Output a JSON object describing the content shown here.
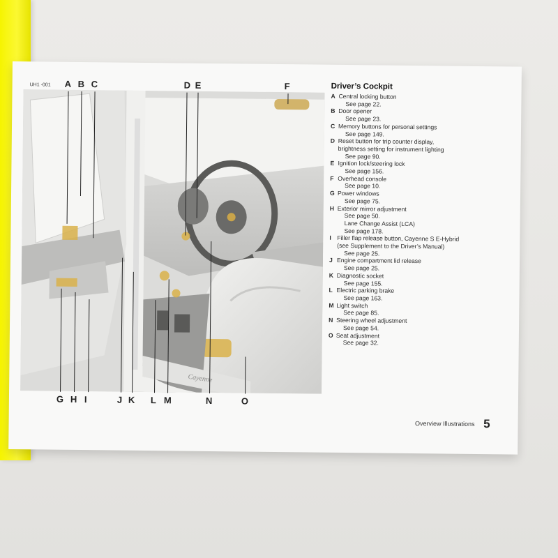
{
  "page": {
    "figure_code": "UH1 -001",
    "footer_label": "Overview Illustrations",
    "page_number": "5"
  },
  "legend": {
    "title": "Driver’s Cockpit",
    "items": [
      {
        "letter": "A",
        "lines": [
          "Central locking button"
        ],
        "page": "See page 22."
      },
      {
        "letter": "B",
        "lines": [
          "Door opener"
        ],
        "page": "See page 23."
      },
      {
        "letter": "C",
        "lines": [
          "Memory buttons for personal settings"
        ],
        "page": "See page 149."
      },
      {
        "letter": "D",
        "lines": [
          "Reset button for trip counter display,",
          "brightness setting for instrument lighting"
        ],
        "page": "See page 90."
      },
      {
        "letter": "E",
        "lines": [
          "Ignition lock/steering lock"
        ],
        "page": "See page 156."
      },
      {
        "letter": "F",
        "lines": [
          "Overhead console"
        ],
        "page": "See page 10."
      },
      {
        "letter": "G",
        "lines": [
          "Power windows"
        ],
        "page": "See page 75."
      },
      {
        "letter": "H",
        "lines": [
          "Exterior mirror adjustment"
        ],
        "page": "See page 50.",
        "extra": "Lane Change Assist (LCA)",
        "extra_page": "See page 178."
      },
      {
        "letter": "I",
        "lines": [
          "Filler flap release button, Cayenne S E-Hybrid",
          "(see Supplement to the Driver’s Manual)"
        ],
        "page": "See page 25."
      },
      {
        "letter": "J",
        "lines": [
          "Engine compartment lid release"
        ],
        "page": "See page 25."
      },
      {
        "letter": "K",
        "lines": [
          "Diagnostic socket"
        ],
        "page": "See page 155."
      },
      {
        "letter": "L",
        "lines": [
          "Electric parking brake"
        ],
        "page": "See page 163."
      },
      {
        "letter": "M",
        "lines": [
          "Light switch"
        ],
        "page": "See page 85."
      },
      {
        "letter": "N",
        "lines": [
          "Steering wheel adjustment"
        ],
        "page": "See page 54."
      },
      {
        "letter": "O",
        "lines": [
          "Seat adjustment"
        ],
        "page": "See page 32."
      }
    ]
  },
  "callouts": {
    "A": "A",
    "B": "B",
    "C": "C",
    "D": "D",
    "E": "E",
    "F": "F",
    "G": "G",
    "H": "H",
    "I": "I",
    "J": "J",
    "K": "K",
    "L": "L",
    "M": "M",
    "N": "N",
    "O": "O"
  },
  "sill_badge": "Cayenne",
  "colors": {
    "yellow_tab": "#f6f400",
    "highlight": "#d9b24a",
    "page": "#f9f9f8"
  }
}
